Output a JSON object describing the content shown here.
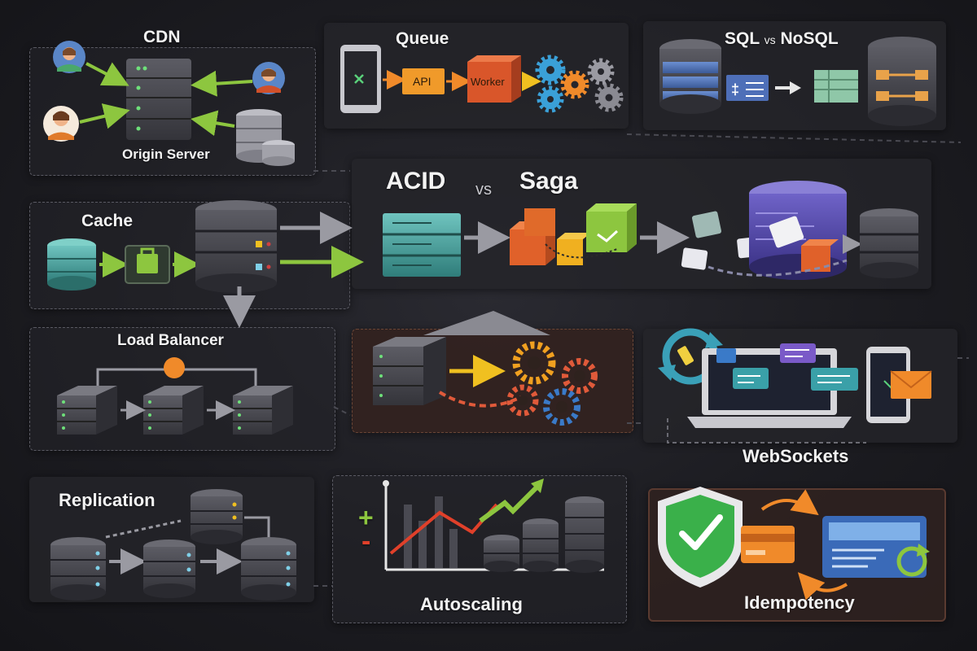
{
  "cdn": {
    "title": "CDN",
    "origin": "Origin Server"
  },
  "queue": {
    "title": "Queue",
    "api": "API",
    "worker": "Worker"
  },
  "sql": {
    "title_sql": "SQL",
    "title_vs": "vs",
    "title_nosql": "NoSQL"
  },
  "cache": {
    "title": "Cache"
  },
  "acid": {
    "title_acid": "ACID",
    "title_vs": "vs",
    "title_saga": "Saga"
  },
  "load_balancer": {
    "title": "Load Balancer"
  },
  "websockets": {
    "title": "WebSockets"
  },
  "replication": {
    "title": "Replication"
  },
  "autoscaling": {
    "title": "Autoscaling",
    "plus": "+",
    "minus": "-"
  },
  "idempotency": {
    "title": "Idempotency"
  },
  "colors": {
    "arrow_green": "#8dc63f",
    "arrow_gray": "#8e8e96",
    "server_dark": "#3a3a40",
    "led_green": "#6ee07a",
    "accent_orange": "#f08a2a",
    "teal": "#4aa9a6",
    "purple": "#5b4fb3"
  }
}
